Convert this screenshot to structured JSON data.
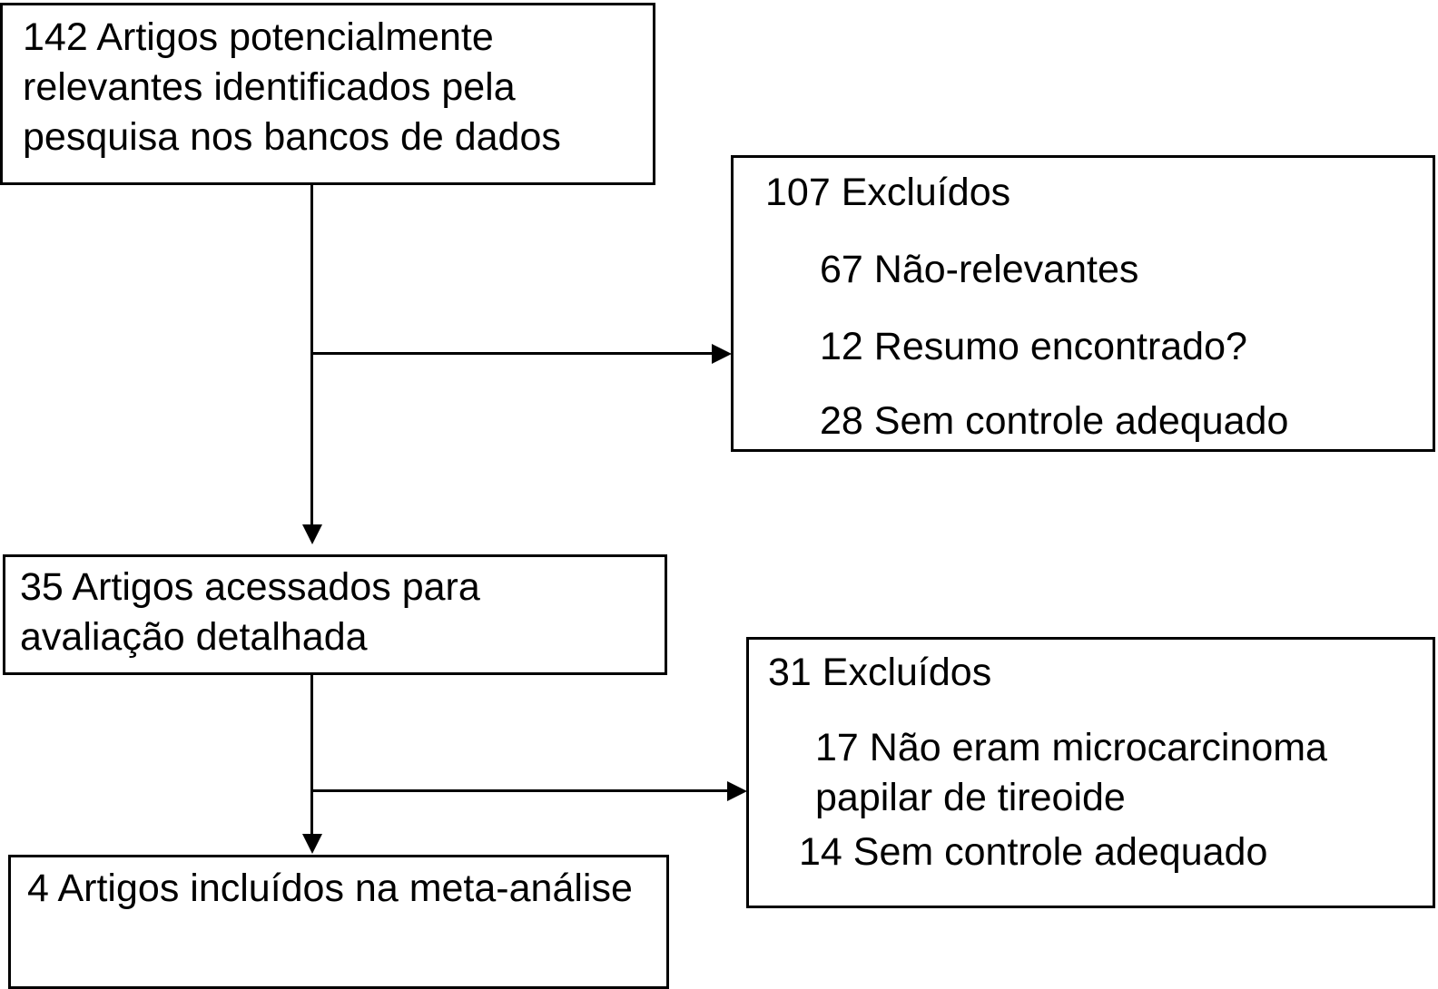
{
  "diagram": {
    "type": "prisma-flow-diagram",
    "language": "pt-BR",
    "colors": {
      "background": "#ffffff",
      "border": "#000000",
      "text": "#000000",
      "connector": "#000000"
    },
    "boxes": {
      "identified": {
        "text": "142 Artigos potencialmente relevantes identificados pela pesquisa nos bancos de dados",
        "count": 142
      },
      "excluded_1": {
        "heading": "107 Excluídos",
        "count": 107,
        "items": [
          "67 Não-relevantes",
          "12 Resumo encontrado?",
          "28 Sem controle adequado"
        ]
      },
      "assessed": {
        "text": "35 Artigos acessados para avaliação detalhada",
        "count": 35
      },
      "excluded_2": {
        "heading": "31 Excluídos",
        "count": 31,
        "items": [
          "17 Não eram microcarcinoma papilar de tireoide",
          "14 Sem controle adequado"
        ]
      },
      "included": {
        "text": "4 Artigos incluídos na meta-análise",
        "count": 4
      }
    }
  }
}
